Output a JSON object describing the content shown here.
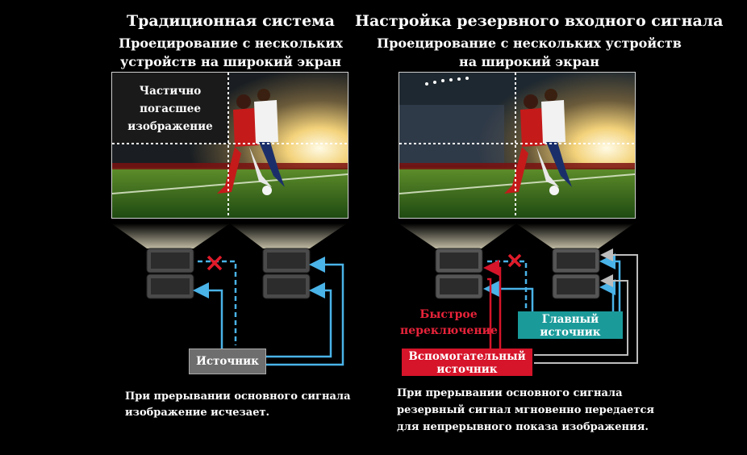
{
  "left": {
    "title": "Традиционная система",
    "subtitle_line1": "Проецирование с нескольких",
    "subtitle_line2": "устройств на широкий экран",
    "overlay_line1": "Частично",
    "overlay_line2": "погасшее",
    "overlay_line3": "изображение",
    "source_label": "Источник",
    "note_line1": "При прерывании основного сигнала",
    "note_line2": "изображение исчезает."
  },
  "right": {
    "title": "Настройка резервного входного сигнала",
    "subtitle_line1": "Проецирование с нескольких устройств",
    "subtitle_line2": "на широкий экран",
    "switch_line1": "Быстрое",
    "switch_line2": "переключение",
    "main_source_line1": "Главный",
    "main_source_line2": "источник",
    "backup_source_line1": "Вспомогательный",
    "backup_source_line2": "источник",
    "note_line1": "При прерывании основного сигнала",
    "note_line2": "резервный сигнал мгновенно передается",
    "note_line3": "для непрерывного показа изображения."
  },
  "colors": {
    "signal_blue": "#4ab3e8",
    "backup_red": "#d6142a",
    "main_teal": "#1b9a9a",
    "source_gray": "#6e6e6e",
    "cut_mark": "#e01b2a"
  }
}
